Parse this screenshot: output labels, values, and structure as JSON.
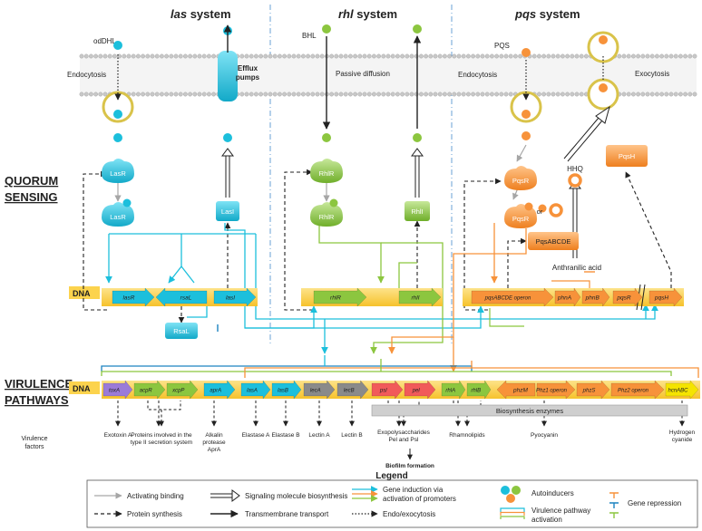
{
  "systems": {
    "las": "las",
    "rhl": "rhl",
    "pqs": "pqs",
    "suffix": "system"
  },
  "sections": {
    "quorum": [
      "QUORUM",
      "SENSING"
    ],
    "virulence": [
      "VIRULENCE",
      "PATHWAYS"
    ]
  },
  "dna_label": "DNA",
  "molecules": {
    "odDHL": "odDHL",
    "BHL": "BHL",
    "PQS": "PQS",
    "HHQ": "HHQ",
    "anthranilic": "Anthranilic acid",
    "or": "or"
  },
  "transport": {
    "endo1": "Endocytosis",
    "efflux": [
      "Efflux",
      "pumps"
    ],
    "passive": "Passive diffusion",
    "endo2": "Endocytosis",
    "exo": "Exocytosis"
  },
  "proteins": {
    "LasR1": "LasR",
    "LasR2": "LasR",
    "LasI": "LasI",
    "RsaL": "RsaL",
    "RhlR1": "RhlR",
    "RhlR2": "RhlR",
    "RhlI": "RhlI",
    "PqsR1": "PqsR",
    "PqsR2": "PqsR",
    "PqsH": "PqsH",
    "PqsABCDE": "PqsABCDE"
  },
  "qs_genes": [
    "lasR",
    "rsaL",
    "lasI",
    "rhlR",
    "rhlI",
    "pqsABCDE operon",
    "phnA",
    "phnB",
    "pqsR",
    "pqsH"
  ],
  "vir_genes": [
    "toxA",
    "acpR",
    "xcpP",
    "aprA",
    "lasA",
    "lasB",
    "lecA",
    "lecB",
    "psl",
    "pel",
    "rhlA",
    "rhlB",
    "phzM",
    "Phz1 operon",
    "phzS",
    "Phz2 operon",
    "hcnABC"
  ],
  "biosynthesis": "Biosynthesis enzymes",
  "factors_title": [
    "Virulence",
    "factors"
  ],
  "factors": {
    "exotoxin": [
      "Exotoxin A"
    ],
    "secretion": [
      "Proteins involved in the",
      "type II secretion system"
    ],
    "alkalin": [
      "Alkalin",
      "protease",
      "AprA"
    ],
    "elastaseA": [
      "Elastase A"
    ],
    "elastaseB": [
      "Elastase B"
    ],
    "lectinA": [
      "Lectin A"
    ],
    "lectinB": [
      "Lectin B"
    ],
    "exopoly": [
      "Exopolysaccharides",
      "Pel and Psl"
    ],
    "biofilm": "Biofilm formation",
    "rhamno": [
      "Rhamnolipids"
    ],
    "pyocyanin": [
      "Pyocyanin"
    ],
    "hydrogen": [
      "Hydrogen",
      "cyanide"
    ]
  },
  "legend": {
    "title": "Legend",
    "activating": "Activating binding",
    "protein_synth": "Protein synthesis",
    "signaling": "Signaling molecule biosynthesis",
    "transmembrane": "Transmembrane transport",
    "gene_induction": [
      "Gene induction via",
      "activation of promoters"
    ],
    "endo_exo": "Endo/exocytosis",
    "autoinducers": "Autoinducers",
    "virulence_act": [
      "Virulence pathway",
      "activation"
    ],
    "repression": "Gene repression"
  },
  "colors": {
    "las": "#1cbfdc",
    "rhl": "#8cc63f",
    "pqs": "#f7923a",
    "dna": "#fcd34d",
    "grey": "#a6a6a6",
    "yellow": "#f5e400",
    "red": "#f15a5a",
    "purple": "#9b7bd8"
  }
}
